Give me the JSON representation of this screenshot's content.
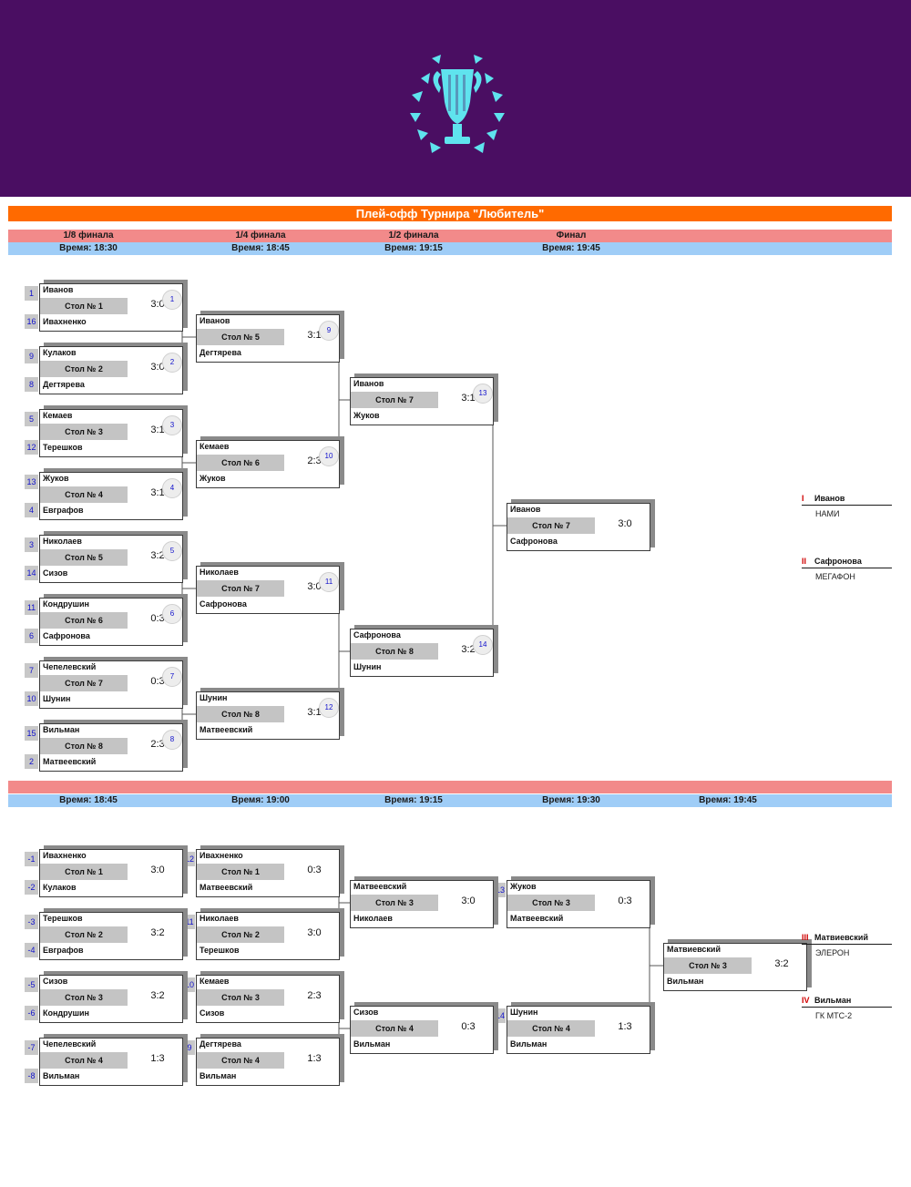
{
  "title": "Плей-офф Турнира \"Любитель\"",
  "colors": {
    "header": "#4a0e62",
    "title_bar": "#ff6a00",
    "round_band": "#f28a8a",
    "time_band": "#9fcdf7",
    "logo": "#5fe3ee"
  },
  "logo_icon": "trophy-laurel-icon",
  "main_rounds": [
    {
      "label": "1/8 финала",
      "time": "Время: 18:30"
    },
    {
      "label": "1/4 финала",
      "time": "Время: 18:45"
    },
    {
      "label": "1/2 финала",
      "time": "Время: 19:15"
    },
    {
      "label": "Финал",
      "time": "Время: 19:45"
    }
  ],
  "lower_times": [
    "Время: 18:45",
    "Время: 19:00",
    "Время: 19:15",
    "Время: 19:30",
    "Время: 19:45"
  ],
  "upper_matches": [
    {
      "p1": "Иванов",
      "p2": "Ивахненко",
      "table": "Стол № 1",
      "score": "3:0",
      "num": "1",
      "s1": "1",
      "s2": "16"
    },
    {
      "p1": "Кулаков",
      "p2": "Дегтярева",
      "table": "Стол № 2",
      "score": "3:0",
      "num": "2",
      "s1": "9",
      "s2": "8"
    },
    {
      "p1": "Кемаев",
      "p2": "Терешков",
      "table": "Стол № 3",
      "score": "3:1",
      "num": "3",
      "s1": "5",
      "s2": "12"
    },
    {
      "p1": "Жуков",
      "p2": "Евграфов",
      "table": "Стол № 4",
      "score": "3:1",
      "num": "4",
      "s1": "13",
      "s2": "4"
    },
    {
      "p1": "Николаев",
      "p2": "Сизов",
      "table": "Стол № 5",
      "score": "3:2",
      "num": "5",
      "s1": "3",
      "s2": "14"
    },
    {
      "p1": "Кондрушин",
      "p2": "Сафронова",
      "table": "Стол № 6",
      "score": "0:3",
      "num": "6",
      "s1": "11",
      "s2": "6"
    },
    {
      "p1": "Чепелевский",
      "p2": "Шунин",
      "table": "Стол № 7",
      "score": "0:3",
      "num": "7",
      "s1": "7",
      "s2": "10"
    },
    {
      "p1": "Вильман",
      "p2": "Матвеевский",
      "table": "Стол № 8",
      "score": "2:3",
      "num": "8",
      "s1": "15",
      "s2": "2"
    },
    {
      "p1": "Иванов",
      "p2": "Дегтярева",
      "table": "Стол № 5",
      "score": "3:1",
      "num": "9"
    },
    {
      "p1": "Кемаев",
      "p2": "Жуков",
      "table": "Стол № 6",
      "score": "2:3",
      "num": "10"
    },
    {
      "p1": "Николаев",
      "p2": "Сафронова",
      "table": "Стол № 7",
      "score": "3:0",
      "num": "11"
    },
    {
      "p1": "Шунин",
      "p2": "Матвеевский",
      "table": "Стол № 8",
      "score": "3:1",
      "num": "12"
    },
    {
      "p1": "Иванов",
      "p2": "Жуков",
      "table": "Стол № 7",
      "score": "3:1",
      "num": "13"
    },
    {
      "p1": "Сафронова",
      "p2": "Шунин",
      "table": "Стол № 8",
      "score": "3:2",
      "num": "14"
    },
    {
      "p1": "Иванов",
      "p2": "Сафронова",
      "table": "Стол № 7",
      "score": "3:0",
      "num": ""
    }
  ],
  "lower_matches": [
    {
      "p1": "Ивахненко",
      "p2": "Кулаков",
      "table": "Стол № 1",
      "score": "3:0",
      "s1": "-1",
      "s2": "-2"
    },
    {
      "p1": "Терешков",
      "p2": "Евграфов",
      "table": "Стол № 2",
      "score": "3:2",
      "s1": "-3",
      "s2": "-4"
    },
    {
      "p1": "Сизов",
      "p2": "Кондрушин",
      "table": "Стол № 3",
      "score": "3:2",
      "s1": "-5",
      "s2": "-6"
    },
    {
      "p1": "Чепелевский",
      "p2": "Вильман",
      "table": "Стол № 4",
      "score": "1:3",
      "s1": "-7",
      "s2": "-8"
    },
    {
      "p1": "Ивахненко",
      "p2": "Матвеевский",
      "table": "Стол № 1",
      "score": "0:3",
      "s1": "-12"
    },
    {
      "p1": "Николаев",
      "p2": "Терешков",
      "table": "Стол № 2",
      "score": "3:0",
      "s1": "-11"
    },
    {
      "p1": "Кемаев",
      "p2": "Сизов",
      "table": "Стол № 3",
      "score": "2:3",
      "s1": "-10"
    },
    {
      "p1": "Дегтярева",
      "p2": "Вильман",
      "table": "Стол № 4",
      "score": "1:3",
      "s1": "-9"
    },
    {
      "p1": "Матвеевский",
      "p2": "Николаев",
      "table": "Стол № 3",
      "score": "3:0"
    },
    {
      "p1": "Сизов",
      "p2": "Вильман",
      "table": "Стол № 4",
      "score": "0:3"
    },
    {
      "p1": "Жуков",
      "p2": "Матвеевский",
      "table": "Стол № 3",
      "score": "0:3",
      "s1": "-13"
    },
    {
      "p1": "Шунин",
      "p2": "Вильман",
      "table": "Стол № 4",
      "score": "1:3",
      "s1": "-14"
    },
    {
      "p1": "Матвиевский",
      "p2": "Вильман",
      "table": "Стол № 3",
      "score": "3:2"
    }
  ],
  "places": [
    {
      "rank": "I",
      "name": "Иванов",
      "team": "НАМИ"
    },
    {
      "rank": "II",
      "name": "Сафронова",
      "team": "МЕГАФОН"
    },
    {
      "rank": "III",
      "name": "Матвиевский",
      "team": "ЭЛЕРОН"
    },
    {
      "rank": "IV",
      "name": "Вильман",
      "team": "ГК МТС-2"
    }
  ]
}
